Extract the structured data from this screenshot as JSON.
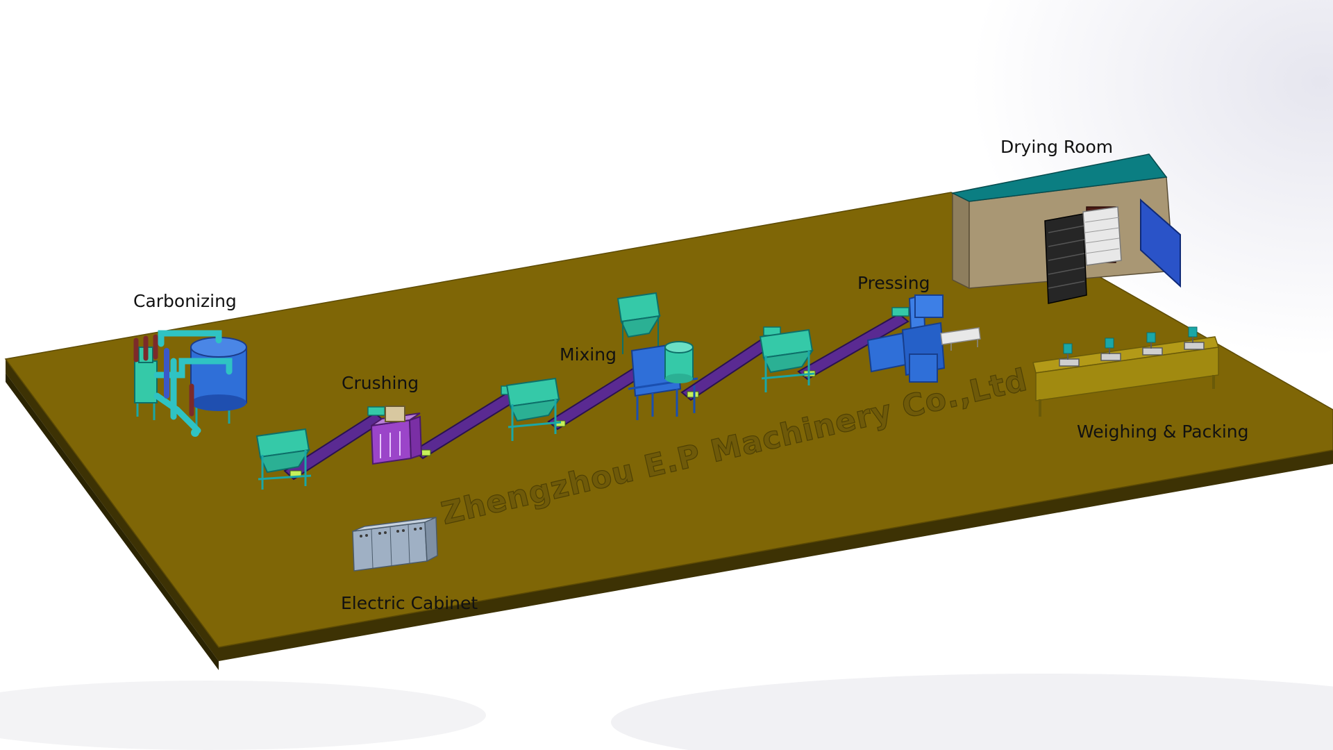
{
  "diagram": {
    "labels": {
      "carbonizing": "Carbonizing",
      "crushing": "Crushing",
      "mixing": "Mixing",
      "pressing": "Pressing",
      "drying_room": "Drying Room",
      "weighing_packing": "Weighing & Packing",
      "electric_cabinet": "Electric Cabinet"
    },
    "watermark": "Zhengzhou E.P Machinery Co.,Ltd"
  },
  "colors": {
    "platform_top": "#7f6606",
    "platform_side": "#3d3204",
    "conveyor": "#5a2a92",
    "teal_equipment": "#35c9a8",
    "blue_equipment": "#2f6fd8",
    "drying_room_roof": "#0b7e82",
    "drying_room_wall": "#a99774",
    "drying_room_door": "#2a53c8",
    "crusher": "#9b45c9"
  }
}
